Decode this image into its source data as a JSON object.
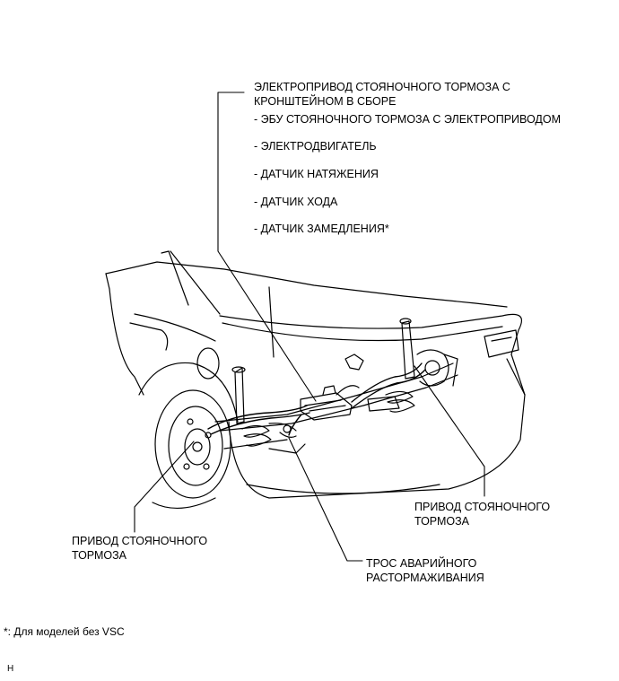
{
  "main_label": {
    "line1": "ЭЛЕКТРОПРИВОД СТОЯНОЧНОГО ТОРМОЗА С",
    "line2": "КРОНШТЕЙНОМ В СБОРЕ"
  },
  "components": [
    "- ЭБУ СТОЯНОЧНОГО ТОРМОЗА С ЭЛЕКТРОПРИВОДОМ",
    "- ЭЛЕКТРОДВИГАТЕЛЬ",
    "- ДАТЧИК НАТЯЖЕНИЯ",
    "- ДАТЧИК ХОДА",
    "- ДАТЧИК ЗАМЕДЛЕНИЯ*"
  ],
  "right_actuator": {
    "line1": "ПРИВОД СТОЯНОЧНОГО",
    "line2": "ТОРМОЗА"
  },
  "left_actuator": {
    "line1": "ПРИВОД СТОЯНОЧНОГО",
    "line2": "ТОРМОЗА"
  },
  "cable": {
    "line1": "ТРОС АВАРИЙНОГО",
    "line2": "РАСТОРМАЖИВАНИЯ"
  },
  "footnote": "*: Для моделей без VSC",
  "corner_mark": "H"
}
